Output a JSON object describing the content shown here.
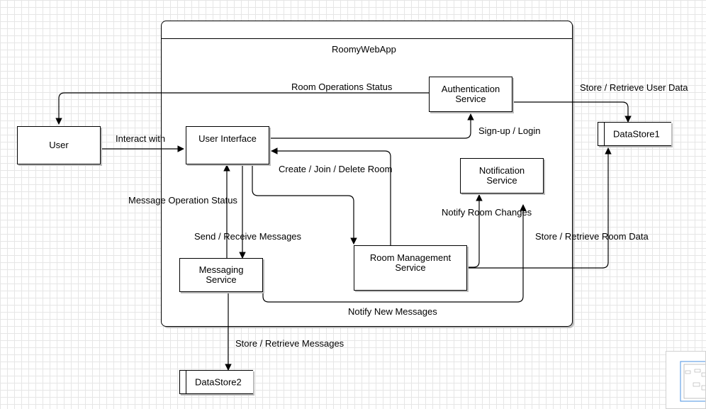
{
  "container": {
    "title": "RoomyWebApp"
  },
  "nodes": {
    "user": "User",
    "user_interface": "User Interface",
    "authentication_service": "Authentication\nService",
    "notification_service": "Notification\nService",
    "messaging_service": "Messaging\nService",
    "room_management_service": "Room Management\nService",
    "datastore1": "DataStore1",
    "datastore2": "DataStore2"
  },
  "edges": {
    "room_operations_status": "Room Operations Status",
    "store_retrieve_user_data": "Store / Retrieve User Data",
    "interact_with": "Interact with",
    "sign_up_login": "Sign-up / Login",
    "create_join_delete_room": "Create / Join / Delete Room",
    "message_operation_status": "Message Operation Status",
    "send_receive_messages": "Send / Receive Messages",
    "notify_room_changes": "Notify Room Changes",
    "store_retrieve_room_data": "Store / Retrieve Room Data",
    "notify_new_messages": "Notify New Messages",
    "store_retrieve_messages": "Store / Retrieve Messages"
  },
  "colors": {
    "line": "#000000",
    "shadow": "#bdbdbd",
    "grid": "#e6e6e6",
    "minimap_highlight": "#4a90e2"
  }
}
